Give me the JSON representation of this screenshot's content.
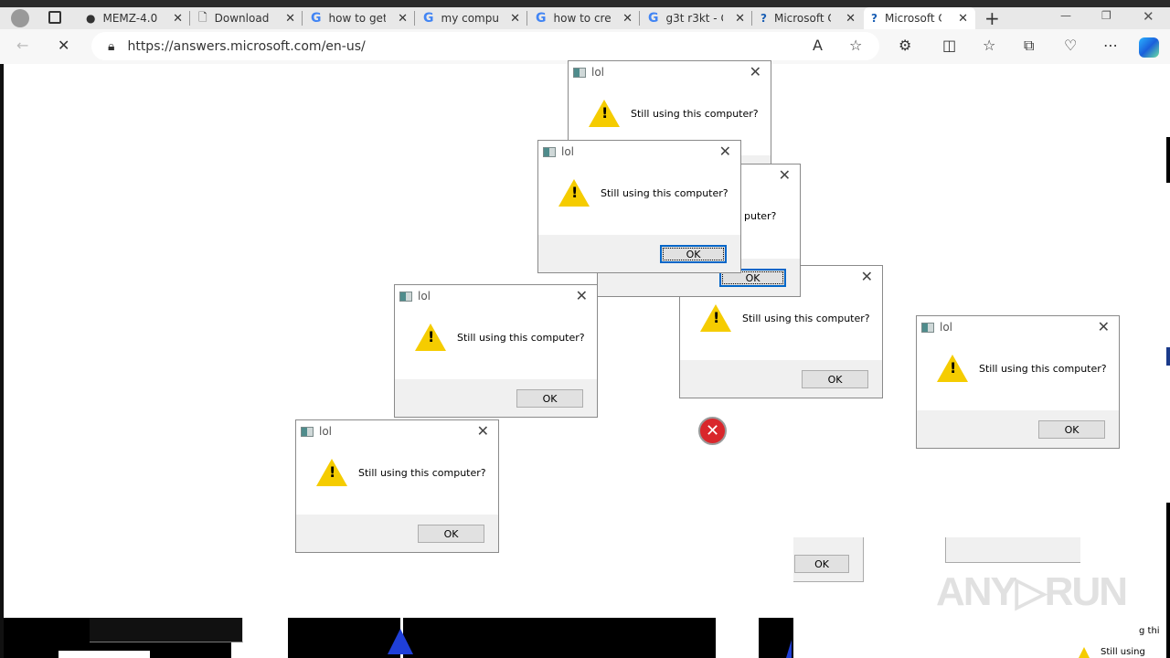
{
  "browser": {
    "tabs": [
      {
        "label": "MEMZ-4.0",
        "icon": "github-icon"
      },
      {
        "label": "Download",
        "icon": "file-icon"
      },
      {
        "label": "how to get",
        "icon": "google-icon"
      },
      {
        "label": "my compu",
        "icon": "google-icon"
      },
      {
        "label": "how to cre",
        "icon": "google-icon"
      },
      {
        "label": "g3t r3kt - G",
        "icon": "google-icon"
      },
      {
        "label": "Microsoft C",
        "icon": "microsoft-answers-icon"
      },
      {
        "label": "Microsoft C",
        "icon": "microsoft-answers-icon",
        "active": true
      }
    ],
    "url": "https://answers.microsoft.com/en-us/",
    "close_x": "✕"
  },
  "dialog": {
    "title": "lol",
    "message": "Still using this computer?",
    "ok": "OK",
    "partial_message": "puter?"
  },
  "fragments": {
    "ok": "OK",
    "bottom_text": "g thi",
    "bottom_text2": "Still using"
  },
  "watermark": "ANY▷RUN",
  "colors": {
    "warning": "#f5cc00",
    "focus": "#0066c8",
    "error": "#d9262b"
  }
}
